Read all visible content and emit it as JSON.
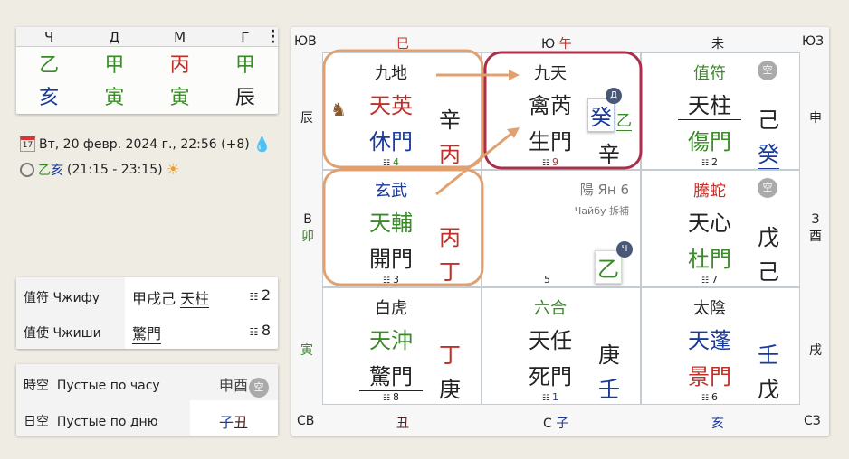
{
  "pillars": {
    "headers": [
      "Ч",
      "Д",
      "М",
      "Г"
    ],
    "stems": [
      {
        "t": "乙",
        "c": "g"
      },
      {
        "t": "甲",
        "c": "g"
      },
      {
        "t": "丙",
        "c": "r"
      },
      {
        "t": "甲",
        "c": "g"
      }
    ],
    "branches": [
      {
        "t": "亥",
        "c": "b"
      },
      {
        "t": "寅",
        "c": "g"
      },
      {
        "t": "寅",
        "c": "g"
      },
      {
        "t": "辰",
        "c": "k"
      }
    ]
  },
  "date": {
    "text": "Вт, 20 февр. 2024 г., 22:56 (+8)",
    "hour_stem": "乙",
    "hour_branch": "亥",
    "hour_range": "(21:15 - 23:15)",
    "cal_icon": "17"
  },
  "zhifu": {
    "label1": "值符 Чжифу",
    "value1_prefix": "甲戌己",
    "value1_star": "天柱",
    "num1": "2",
    "label2": "值使 Чжиши",
    "value2": "驚門",
    "num2": "8"
  },
  "empty": {
    "label1_cn": "時空",
    "label1": "Пустые по часу",
    "value1": "申酉",
    "kong": "空",
    "label2_cn": "日空",
    "label2": "Пустые по дню",
    "value2a": "子",
    "value2b": "丑"
  },
  "board": {
    "dirs": {
      "se": "ЮВ",
      "s": "Ю",
      "sw": "ЮЗ",
      "e": "В",
      "w": "З",
      "ne": "СВ",
      "n": "С",
      "nw": "СЗ"
    },
    "branches": {
      "si": "巳",
      "wu": "午",
      "wei": "未",
      "chen": "辰",
      "shen": "申",
      "mao": "卯",
      "you": "酉",
      "yin": "寅",
      "xu": "戌",
      "chou": "丑",
      "zi": "子",
      "hai": "亥"
    },
    "cells": [
      {
        "dei": "九地",
        "deic": "k",
        "star": "天英",
        "starc": "r",
        "door": "休門",
        "doorc": "b",
        "num": "4",
        "numc": "g",
        "r1": "辛",
        "r1c": "k",
        "r2": "丙",
        "r2c": "r"
      },
      {
        "dei": "九天",
        "deic": "k",
        "star": "禽芮",
        "starc": "k",
        "door": "生門",
        "doorc": "k",
        "num": "9",
        "numc": "r",
        "r1": "乙",
        "r1c": "g",
        "r2": "辛",
        "r2c": "k",
        "hl": "癸",
        "badge": "Д"
      },
      {
        "dei": "值符",
        "deic": "g",
        "star": "天柱",
        "starc": "k",
        "door": "傷門",
        "doorc": "g",
        "num": "2",
        "numc": "k",
        "r1": "己",
        "r1c": "k",
        "r2": "癸",
        "r2c": "b",
        "kong": "空"
      },
      {
        "dei": "玄武",
        "deic": "b",
        "star": "天輔",
        "starc": "g",
        "door": "開門",
        "doorc": "k",
        "num": "3",
        "numc": "k",
        "r1": "丙",
        "r1c": "r",
        "r2": "丁",
        "r2c": "r"
      },
      {
        "center": true,
        "yy": "陽 Ян 6",
        "method": "Чайбу 拆補",
        "num": "5",
        "stem": "乙",
        "badge": "Ч"
      },
      {
        "dei": "騰蛇",
        "deic": "r",
        "star": "天心",
        "starc": "k",
        "door": "杜門",
        "doorc": "g",
        "num": "7",
        "numc": "k",
        "r1": "戊",
        "r1c": "k",
        "r2": "己",
        "r2c": "k",
        "kong": "空"
      },
      {
        "dei": "白虎",
        "deic": "k",
        "star": "天沖",
        "starc": "g",
        "door": "驚門",
        "doorc": "k",
        "num": "8",
        "numc": "k",
        "r1": "丁",
        "r1c": "r",
        "r2": "庚",
        "r2c": "k"
      },
      {
        "dei": "六合",
        "deic": "g",
        "star": "天任",
        "starc": "k",
        "door": "死門",
        "doorc": "k",
        "num": "1",
        "numc": "b",
        "r1": "庚",
        "r1c": "k",
        "r2": "壬",
        "r2c": "b"
      },
      {
        "dei": "太陰",
        "deic": "k",
        "star": "天蓬",
        "starc": "b",
        "door": "景門",
        "doorc": "r",
        "num": "6",
        "numc": "k",
        "r1": "壬",
        "r1c": "b",
        "r2": "戊",
        "r2c": "k"
      }
    ]
  },
  "colors": {
    "orange": "#e0a070",
    "darkred": "#a8304a",
    "green": "#3a8a2a",
    "red": "#c0302a",
    "blue": "#1a3a9a"
  }
}
